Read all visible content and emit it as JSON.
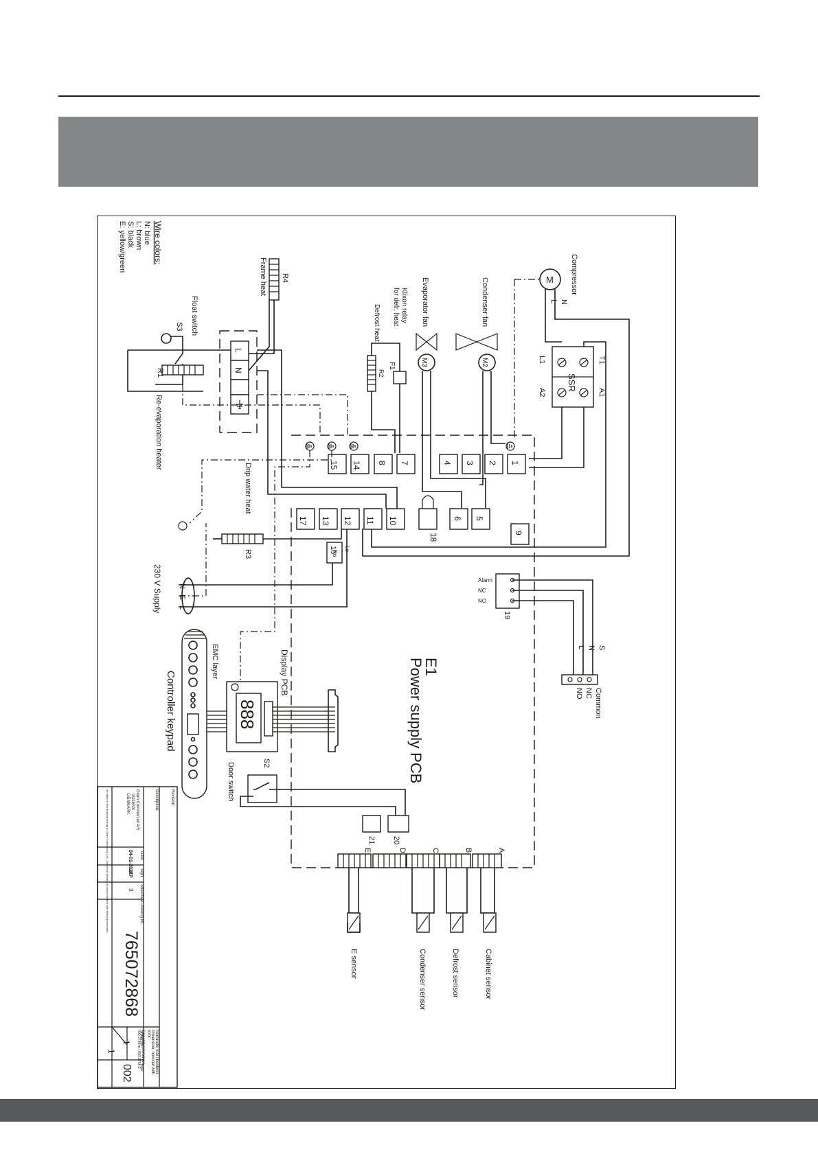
{
  "wire_colors": {
    "title": "Wire colors:",
    "items": [
      "N: blue",
      "L: brown",
      "S: black",
      "E: yellow/green"
    ]
  },
  "components": {
    "compressor": "Compressor",
    "motor": "M",
    "n": "N",
    "l": "L",
    "condenser_fan": "Condenser fan",
    "m2": "M2",
    "evaporator_fan": "Evaporator fan",
    "m3": "M3",
    "klixon_line1": "Klixon relay",
    "klixon_line2": "for defr. heat",
    "f1": "F1",
    "defrost_heat": "Defrost heat",
    "r2": "R2",
    "r4": "R4",
    "frame_heat": "Frame heat",
    "float_switch": "Float switch",
    "s3": "S3",
    "r1": "R1",
    "reevap_heater": "Re-evaporation heater",
    "drip_water_heat": "Drip water heat",
    "r3": "R3",
    "supply": "230 V Supply",
    "supply_n": "N",
    "supply_e": "E",
    "supply_l": "L",
    "ssr": "SSR",
    "t1": "T1",
    "l1": "L1",
    "a1": "A1",
    "a2": "A2",
    "term_l": "L",
    "term_n": "N",
    "pcb_e1": "E1",
    "pcb_title": "Power supply PCB",
    "display_pcb": "Display PCB",
    "display_digits": "888",
    "emc_layer": "EMC layer",
    "controller_keypad": "Controller keypad",
    "door_switch": "Door switch",
    "s2": "S2",
    "alarm": "Alarm",
    "nc": "NC",
    "no": "NO",
    "alarm_s": "S",
    "alarm_n": "N",
    "alarm_l": "L",
    "out_common": "Common",
    "out_nc": "NC",
    "out_no": "NO",
    "lo": "Lo",
    "no_small": "No"
  },
  "terminals_row_a": [
    "15",
    "14",
    "8",
    "7",
    "4",
    "3",
    "2",
    "1"
  ],
  "terminals_row_b": [
    "17",
    "13",
    "12",
    "11",
    "10",
    "18",
    "6",
    "5",
    "9"
  ],
  "terminal_16": "16",
  "terminal_19": "19",
  "terminals_door": [
    "21",
    "20"
  ],
  "sensor_connectors": [
    "E",
    "D",
    "C",
    "B",
    "A"
  ],
  "sensors": [
    "E sensor",
    "Condenser sensor",
    "Defrost sensor",
    "Cabinet sensor"
  ],
  "title_block": {
    "revision": "Revision:",
    "description": "Description:",
    "company_line1": "Gram Commercial A/S",
    "company_line2": "VOJENS",
    "company_line3": "DENMARK",
    "date_label": "Date",
    "date": "04-01-2017",
    "sign_label": "Sign.",
    "sign": "JKP",
    "sheet_size_label": "Sheetsize",
    "sheet_size": "3",
    "drawing_no_label": "Drawing no.",
    "drawing_no": "765072868",
    "sheet_no_label": "Sheet no.",
    "sheet_no": "1",
    "sheet_of": "1",
    "rev_label": "Rev.",
    "rev": "002",
    "tolerance_line1": "Nominelle mål i henhold",
    "tolerance_line2": "Dimension: nominal with",
    "tolerance_line3": "General tolerances",
    "tolerance_line4": "ISO 2768-m / ISO 2768-2",
    "tolerance_value": "XXX",
    "copyright": "All rights in this drawing belong to Gram Commercial A/S. Use of this drawing is only permitted with written permission."
  }
}
